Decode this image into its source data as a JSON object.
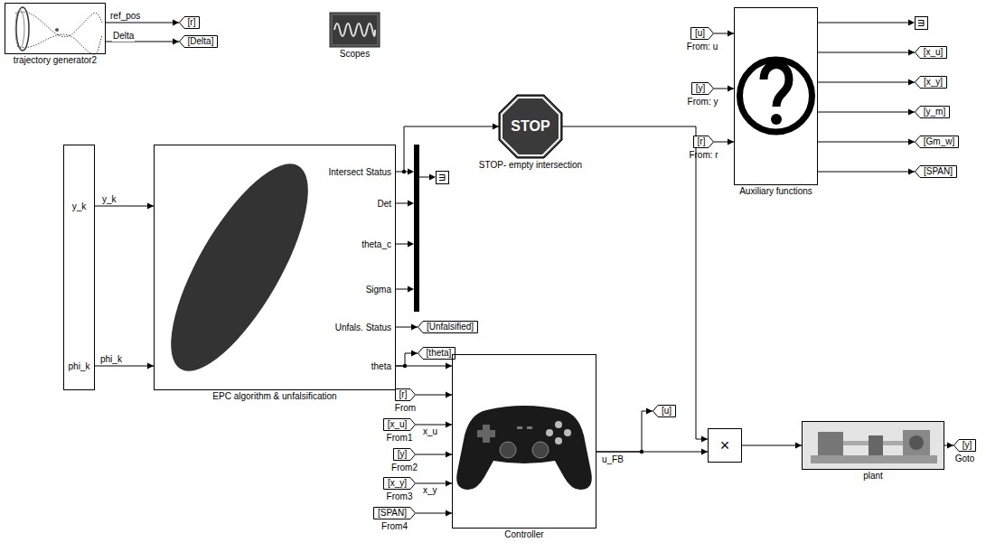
{
  "diagram": {
    "nodes": [
      {
        "text": [
          "trajectory generator2"
        ]
      },
      {
        "text": [
          "[r]"
        ]
      },
      {
        "text": [
          "[Delta]"
        ]
      },
      {
        "text": [
          "Scopes"
        ]
      },
      {
        "text": [
          "Auxiliary functions"
        ]
      },
      {
        "text": [
          "[u]",
          "From: u"
        ]
      },
      {
        "text": [
          "[y]",
          "From: y"
        ]
      },
      {
        "text": [
          "[r]",
          "From: r"
        ]
      },
      {
        "text": [
          "[x_u]"
        ]
      },
      {
        "text": [
          "[x_y]"
        ]
      },
      {
        "text": [
          "[y_m]"
        ]
      },
      {
        "text": [
          "[Gm_w]"
        ]
      },
      {
        "text": [
          "[SPAN]"
        ]
      },
      {
        "text": [
          "y_k",
          "phi_k"
        ]
      },
      {
        "text": [
          "EPC algorithm & unfalsification",
          "Intersect Status",
          "Det",
          "theta_c",
          "Sigma",
          "Unfals. Status",
          "theta"
        ]
      },
      {
        "text": [
          "STOP",
          "STOP- empty intersection"
        ]
      },
      {
        "text": [
          "[Unfalsified]"
        ]
      },
      {
        "text": [
          "[theta]"
        ]
      },
      {
        "text": [
          "Controller"
        ]
      },
      {
        "text": [
          "[r]",
          "From"
        ]
      },
      {
        "text": [
          "[x_u]",
          "From1"
        ]
      },
      {
        "text": [
          "[y]",
          "From2"
        ]
      },
      {
        "text": [
          "[x_y]",
          "From3"
        ]
      },
      {
        "text": [
          "[SPAN]",
          "From4"
        ]
      },
      {
        "text": [
          "[u]"
        ]
      },
      {
        "text": [
          "×"
        ]
      },
      {
        "text": [
          "plant"
        ]
      },
      {
        "text": [
          "[y]",
          "Goto"
        ]
      }
    ],
    "edges": [
      {
        "from": 0,
        "to": 1,
        "arrow": "to",
        "label": "ref_pos"
      },
      {
        "from": 0,
        "to": 2,
        "arrow": "to",
        "label": "Delta"
      },
      {
        "from": 5,
        "to": 4,
        "arrow": "to"
      },
      {
        "from": 6,
        "to": 4,
        "arrow": "to"
      },
      {
        "from": 7,
        "to": 4,
        "arrow": "to"
      },
      {
        "from": 4,
        "to": 8,
        "arrow": "to"
      },
      {
        "from": 4,
        "to": 9,
        "arrow": "to"
      },
      {
        "from": 4,
        "to": 10,
        "arrow": "to"
      },
      {
        "from": 4,
        "to": 11,
        "arrow": "to"
      },
      {
        "from": 4,
        "to": 12,
        "arrow": "to"
      },
      {
        "from": 13,
        "to": 14,
        "arrow": "to",
        "label": "y_k"
      },
      {
        "from": 13,
        "to": 14,
        "arrow": "to",
        "label": "phi_k"
      },
      {
        "from": 14,
        "to": 15,
        "arrow": "to"
      },
      {
        "from": 14,
        "to": 16,
        "arrow": "to"
      },
      {
        "from": 14,
        "to": 17,
        "arrow": "to"
      },
      {
        "from": 14,
        "to": 18,
        "arrow": "to"
      },
      {
        "from": 19,
        "to": 18,
        "arrow": "to"
      },
      {
        "from": 20,
        "to": 18,
        "arrow": "to",
        "label": "x_u"
      },
      {
        "from": 21,
        "to": 18,
        "arrow": "to"
      },
      {
        "from": 22,
        "to": 18,
        "arrow": "to",
        "label": "x_y"
      },
      {
        "from": 23,
        "to": 18,
        "arrow": "to"
      },
      {
        "from": 18,
        "to": 25,
        "arrow": "to",
        "label": "u_FB"
      },
      {
        "from": 18,
        "to": 24,
        "arrow": "to"
      },
      {
        "from": 15,
        "to": 25,
        "arrow": "to"
      },
      {
        "from": 25,
        "to": 26,
        "arrow": "to"
      },
      {
        "from": 26,
        "to": 27,
        "arrow": "to"
      }
    ]
  }
}
